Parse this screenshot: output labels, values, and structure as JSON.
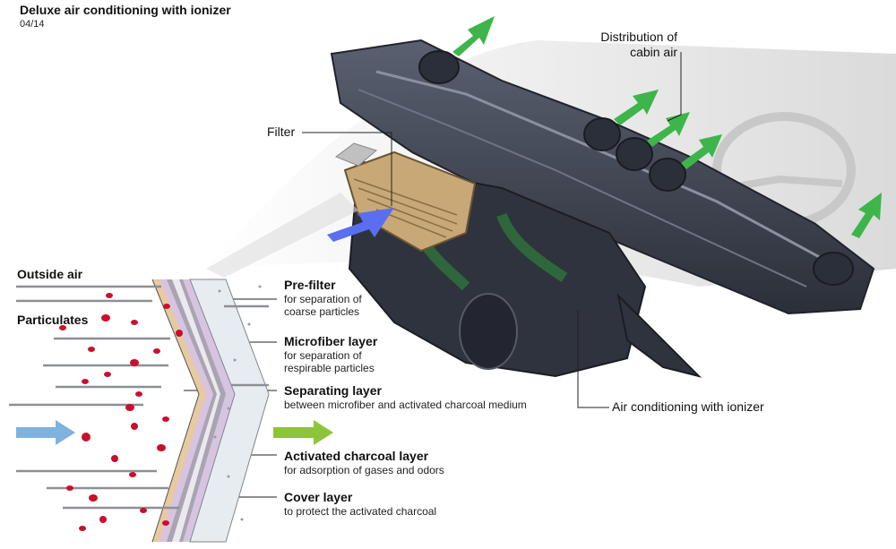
{
  "header": {
    "title": "Deluxe air conditioning with ionizer",
    "date": "04/14"
  },
  "callouts": {
    "distribution_line1": "Distribution of",
    "distribution_line2": "cabin air",
    "filter": "Filter",
    "ac_ionizer": "Air conditioning with ionizer"
  },
  "filter_diagram": {
    "outside_air": "Outside air",
    "particulates": "Particulates",
    "layers": [
      {
        "title": "Pre-filter",
        "desc1": "for separation of",
        "desc2": "coarse particles"
      },
      {
        "title": "Microfiber layer",
        "desc1": "for separation of",
        "desc2": "respirable particles"
      },
      {
        "title": "Separating layer",
        "desc1": "between microfiber and activated charcoal medium",
        "desc2": ""
      },
      {
        "title": "Activated charcoal layer",
        "desc1": "for adsorption of gases and odors",
        "desc2": ""
      },
      {
        "title": "Cover layer",
        "desc1": "to protect the activated charcoal",
        "desc2": ""
      }
    ]
  },
  "colors": {
    "green_arrow": "#3db54a",
    "blue_arrow": "#7fb2df",
    "lime_arrow": "#8cc43c",
    "particle": "#c8102e",
    "housing": "#3a3f4c"
  }
}
